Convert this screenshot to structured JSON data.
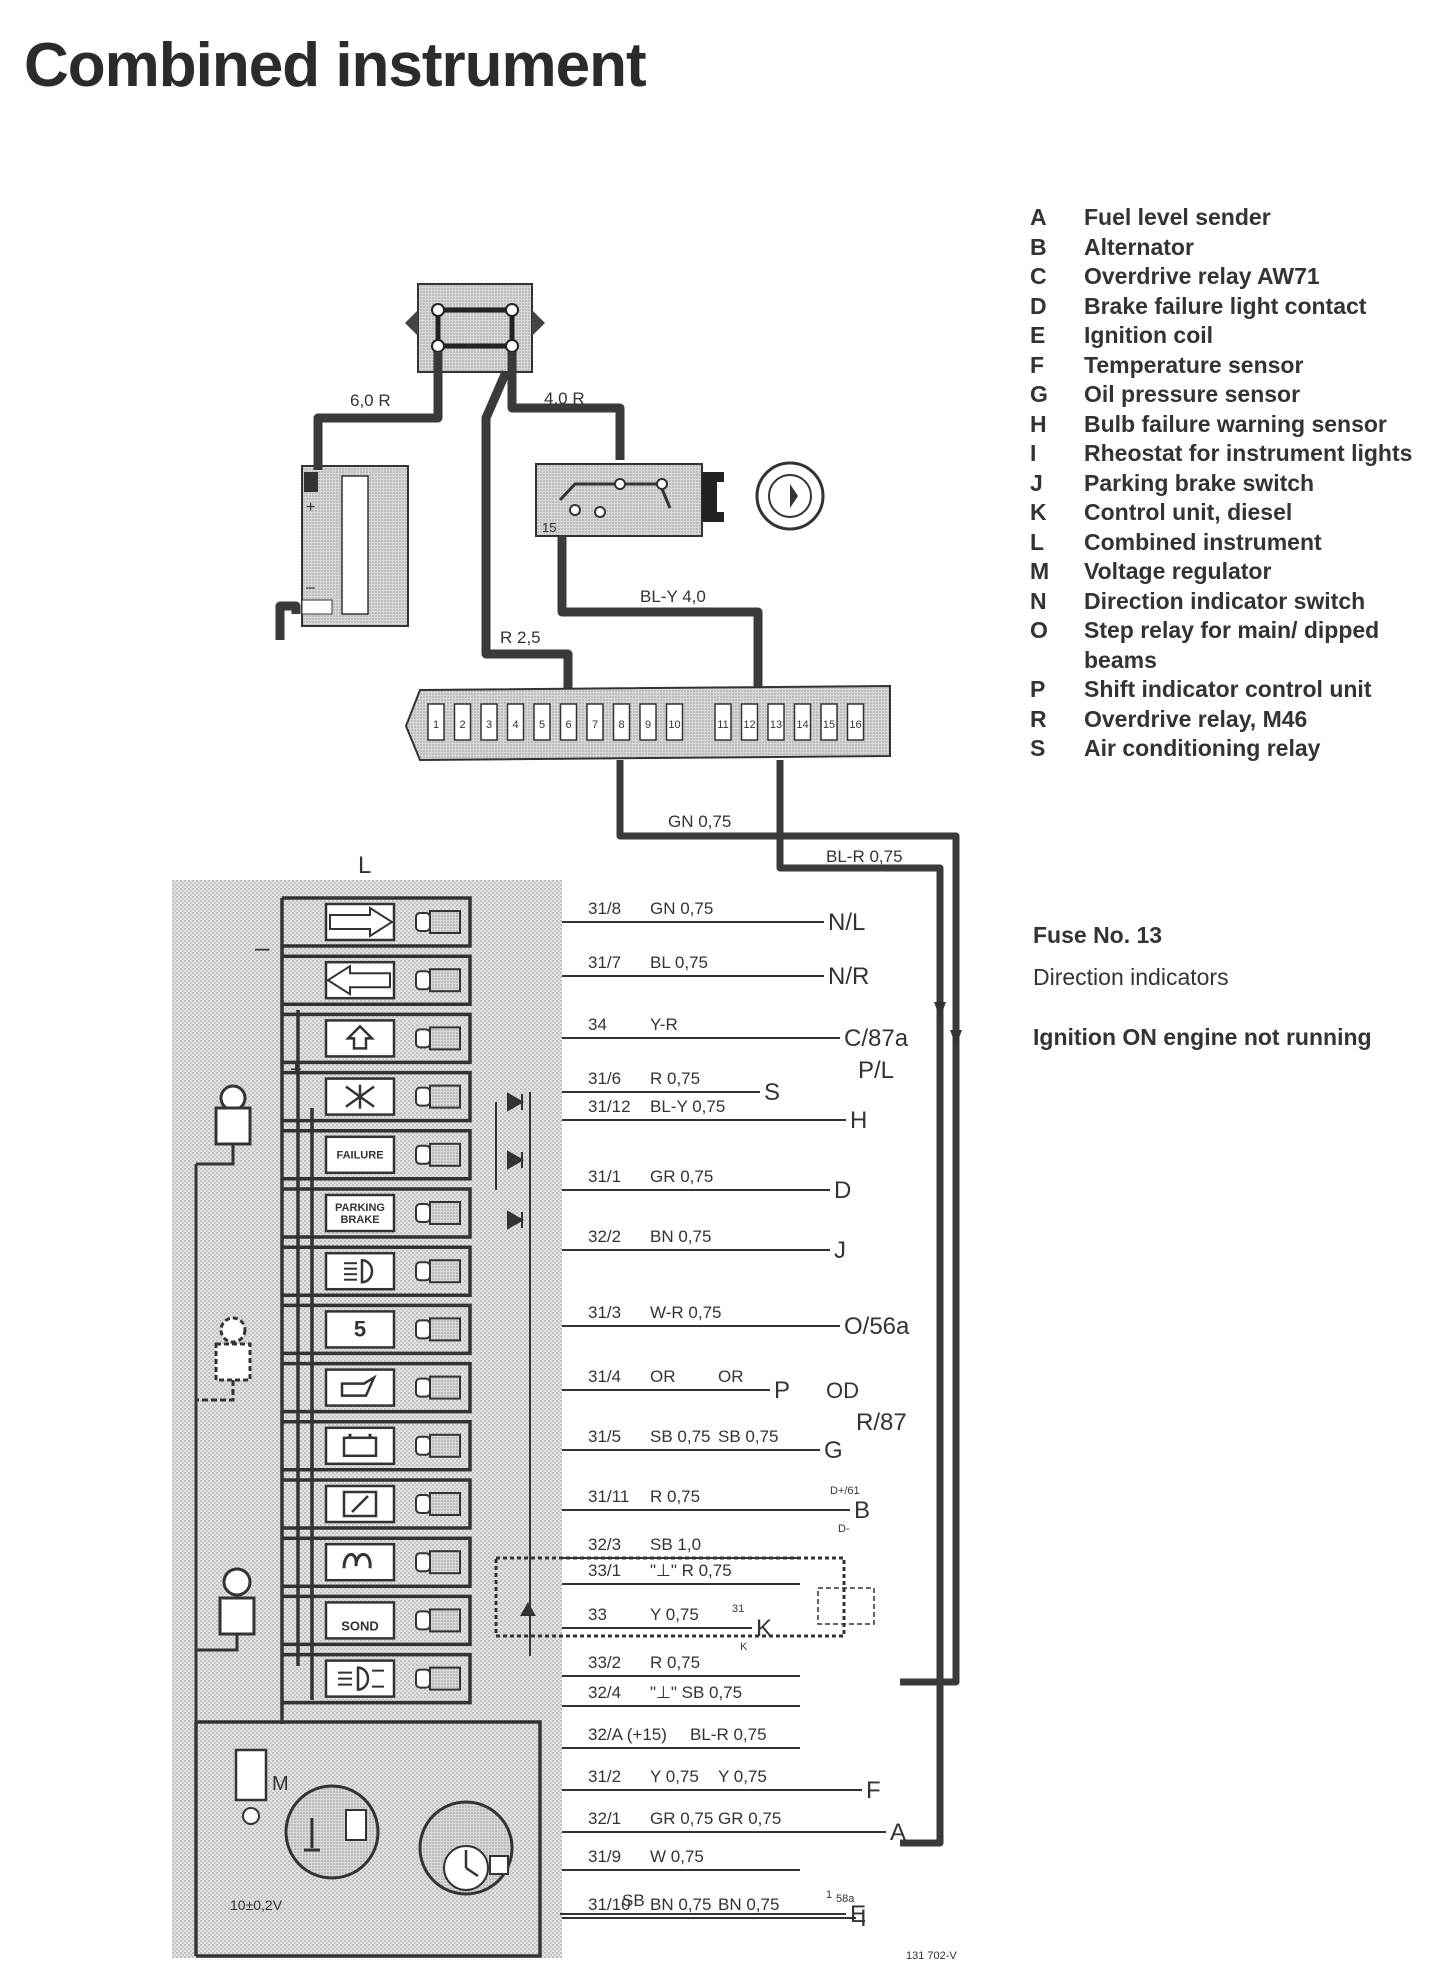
{
  "title": "Combined instrument",
  "legend": [
    {
      "key": "A",
      "text": "Fuel level sender"
    },
    {
      "key": "B",
      "text": "Alternator"
    },
    {
      "key": "C",
      "text": "Overdrive relay AW71"
    },
    {
      "key": "D",
      "text": "Brake failure light contact"
    },
    {
      "key": "E",
      "text": "Ignition coil"
    },
    {
      "key": "F",
      "text": "Temperature sensor"
    },
    {
      "key": "G",
      "text": "Oil pressure sensor"
    },
    {
      "key": "H",
      "text": "Bulb failure warning sensor"
    },
    {
      "key": "I",
      "text": "Rheostat for instrument lights"
    },
    {
      "key": "J",
      "text": "Parking brake switch"
    },
    {
      "key": "K",
      "text": "Control unit, diesel"
    },
    {
      "key": "L",
      "text": "Combined instrument"
    },
    {
      "key": "M",
      "text": "Voltage regulator"
    },
    {
      "key": "N",
      "text": "Direction indicator switch"
    },
    {
      "key": "O",
      "text": "Step relay for main/ dipped beams"
    },
    {
      "key": "P",
      "text": "Shift indicator control unit"
    },
    {
      "key": "R",
      "text": "Overdrive relay, M46"
    },
    {
      "key": "S",
      "text": "Air conditioning relay"
    }
  ],
  "fuse_label": "Fuse No. 13",
  "fuse_desc": "Direction indicators",
  "ignition_note": "Ignition ON engine not running",
  "ref_code": "131 702-V",
  "diagram": {
    "top_wires": {
      "left": "6,0 R",
      "right": "4,0 R",
      "mid": "R 2,5",
      "switch": "BL-Y 4,0",
      "gn": "GN 0,75",
      "blr": "BL-R 0,75"
    },
    "ignition_terminal": "15",
    "fuses": [
      "1",
      "2",
      "3",
      "4",
      "5",
      "6",
      "7",
      "8",
      "9",
      "10",
      "11",
      "12",
      "13",
      "14",
      "15",
      "16"
    ],
    "instrument_label": "L",
    "telltales": [
      {
        "icon": "arrow-right",
        "text": ""
      },
      {
        "icon": "arrow-left",
        "text": ""
      },
      {
        "icon": "shift-up",
        "text": ""
      },
      {
        "icon": "ac",
        "text": ""
      },
      {
        "icon": "failure",
        "text": "FAILURE"
      },
      {
        "icon": "parking-brake",
        "text": "PARKING BRAKE"
      },
      {
        "icon": "main-beam",
        "text": ""
      },
      {
        "icon": "overdrive",
        "text": "5"
      },
      {
        "icon": "oil",
        "text": ""
      },
      {
        "icon": "battery",
        "text": ""
      },
      {
        "icon": "choke",
        "text": ""
      },
      {
        "icon": "glow",
        "text": ""
      },
      {
        "icon": "sond",
        "text": "SOND"
      },
      {
        "icon": "fog",
        "text": ""
      }
    ],
    "wires": [
      {
        "pin": "31/8",
        "color": "GN 0,75",
        "dest": "N/L"
      },
      {
        "pin": "31/7",
        "color": "BL 0,75",
        "dest": "N/R"
      },
      {
        "pin": "34",
        "color": "Y-R",
        "dest": "C/87a",
        "dest2": "P/L"
      },
      {
        "pin": "31/6",
        "color": "R 0,75",
        "dest": "S"
      },
      {
        "pin": "31/12",
        "color": "BL-Y 0,75",
        "dest": "H"
      },
      {
        "pin": "31/1",
        "color": "GR 0,75",
        "dest": "D"
      },
      {
        "pin": "32/2",
        "color": "BN 0,75",
        "dest": "J"
      },
      {
        "pin": "31/3",
        "color": "W-R 0,75",
        "dest": "O/56a"
      },
      {
        "pin": "31/4",
        "color": "OR",
        "color2": "OR",
        "dest": "P",
        "dest_od": "OD",
        "dest2": "R/87"
      },
      {
        "pin": "31/5",
        "color": "SB 0,75",
        "color2": "SB 0,75",
        "dest": "G"
      },
      {
        "pin": "31/11",
        "color": "R 0,75",
        "dest": "B",
        "term": "D+/61",
        "term2": "D-"
      },
      {
        "pin": "32/3",
        "color": "SB 1,0",
        "dest": ""
      },
      {
        "pin": "33/1",
        "color": "\"⊥\" R 0,75",
        "dest": ""
      },
      {
        "pin": "33",
        "color": "Y 0,75",
        "dest": "K",
        "term": "31",
        "term2": "K"
      },
      {
        "pin": "33/2",
        "color": "R 0,75",
        "dest": ""
      },
      {
        "pin": "32/4",
        "color": "\"⊥\"  SB 0,75",
        "dest": ""
      },
      {
        "pin": "32/A (+15)",
        "color": "BL-R 0,75",
        "dest": ""
      },
      {
        "pin": "31/2",
        "color": "Y 0,75",
        "color2": "Y 0,75",
        "dest": "F"
      },
      {
        "pin": "32/1",
        "color": "GR 0,75",
        "color2": "GR 0,75",
        "dest": "A"
      },
      {
        "pin": "31/9",
        "color": "W 0,75",
        "dest": ""
      },
      {
        "pin": "",
        "color": "SB",
        "dest": "E",
        "term": "1"
      },
      {
        "pin": "31/10",
        "color": "BN 0,75",
        "color2": "BN 0,75",
        "dest": "I",
        "term": "58a"
      }
    ],
    "regulator_label": "M",
    "voltage": "10±0,2V",
    "polarity": {
      "minus": "–",
      "plus": "+"
    }
  }
}
